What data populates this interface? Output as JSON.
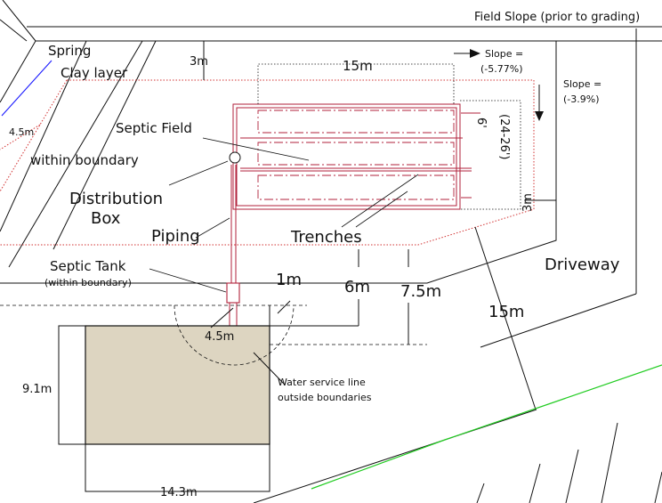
{
  "labels": {
    "field_slope": "Field Slope (prior to grading)",
    "spring": "Spring",
    "clay_layer": "Clay layer",
    "dim_4_5m_left": "4.5m",
    "within_boundary": "within boundary",
    "dim_3m_top": "3m",
    "dim_15m_top": "15m",
    "slope_a_line1": "Slope =",
    "slope_a_line2": "(-5.77%)",
    "slope_b_line1": "Slope =",
    "slope_b_line2": "(-3.9%)",
    "septic_field": "Septic Field",
    "dim_6ft": "6'",
    "dim_24_26ft": "(24-26')",
    "distribution_box_1": "Distribution",
    "distribution_box_2": "Box",
    "dim_3m_right": "3m",
    "piping": "Piping",
    "trenches": "Trenches",
    "driveway": "Driveway",
    "septic_tank": "Septic Tank",
    "septic_tank_note": "(within boundary)",
    "dim_1m": "1m",
    "dim_6m": "6m",
    "dim_7_5m": "7.5m",
    "dim_15m_right": "15m",
    "dim_4_5m_house": "4.5m",
    "dim_9_1m": "9.1m",
    "dim_14_3m": "14.3m",
    "water_line_1": "Water service line",
    "water_line_2": "outside boundaries"
  },
  "colors": {
    "ink": "#111111",
    "septic_red": "#b0223b",
    "boundary_red": "#d23333",
    "spring_blue": "#1a1aff",
    "road_green": "#22cc22",
    "house_fill": "#ddd5c1"
  }
}
